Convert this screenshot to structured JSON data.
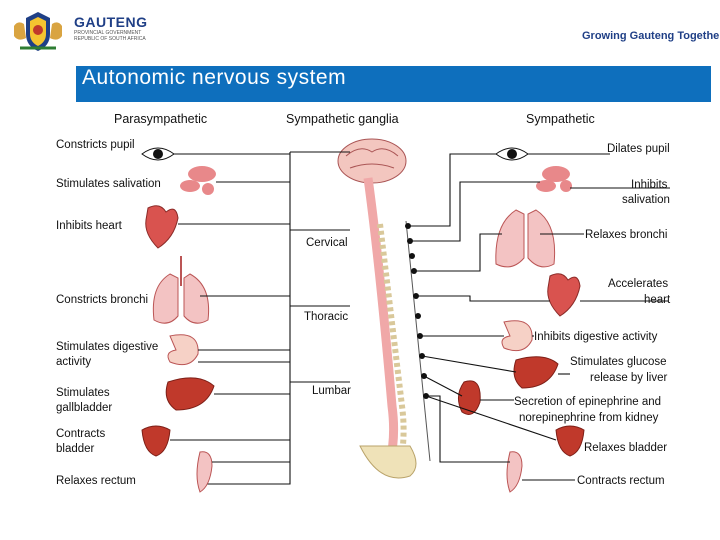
{
  "header": {
    "org_name": "GAUTENG",
    "org_sub1": "PROVINCIAL GOVERNMENT",
    "org_sub2": "REPUBLIC OF SOUTH AFRICA",
    "slogan": "Growing Gauteng Together"
  },
  "title": "Autonomic nervous system",
  "diagram": {
    "headers": {
      "left": "Parasympathetic",
      "middle": "Sympathetic ganglia",
      "right": "Sympathetic"
    },
    "regions": {
      "cervical": "Cervical",
      "thoracic": "Thoracic",
      "lumbar": "Lumbar"
    },
    "left_labels": {
      "constricts_pupil": "Constricts pupil",
      "stimulates_salivation": "Stimulates salivation",
      "inhibits_heart": "Inhibits heart",
      "constricts_bronchi": "Constricts bronchi",
      "stim_digestive_1": "Stimulates digestive",
      "stim_digestive_2": "activity",
      "stim_gallbladder_1": "Stimulates",
      "stim_gallbladder_2": "gallbladder",
      "contracts_bladder_1": "Contracts",
      "contracts_bladder_2": "bladder",
      "relaxes_rectum": "Relaxes rectum"
    },
    "right_labels": {
      "dilates_pupil": "Dilates pupil",
      "inhibits_salivation_1": "Inhibits",
      "inhibits_salivation_2": "salivation",
      "relaxes_bronchi": "Relaxes bronchi",
      "accelerates_heart_1": "Accelerates",
      "accelerates_heart_2": "heart",
      "inhibits_digestive": "Inhibits digestive activity",
      "stim_glucose_1": "Stimulates glucose",
      "stim_glucose_2": "release by liver",
      "epinephrine_1": "Secretion of epinephrine and",
      "epinephrine_2": "norepinephrine from kidney",
      "relaxes_bladder": "Relaxes bladder",
      "contracts_rectum": "Contracts rectum"
    }
  },
  "colors": {
    "title_bar": "#0e6fbd",
    "brand_blue": "#1f3f86",
    "spine": "#f0a8a8",
    "organ": "#d9534f"
  },
  "icons": [
    "gauteng-coat-of-arms",
    "eye",
    "salivary-gland",
    "heart",
    "lungs",
    "stomach",
    "liver",
    "kidney",
    "bladder",
    "rectum",
    "brain",
    "spinal-cord"
  ]
}
